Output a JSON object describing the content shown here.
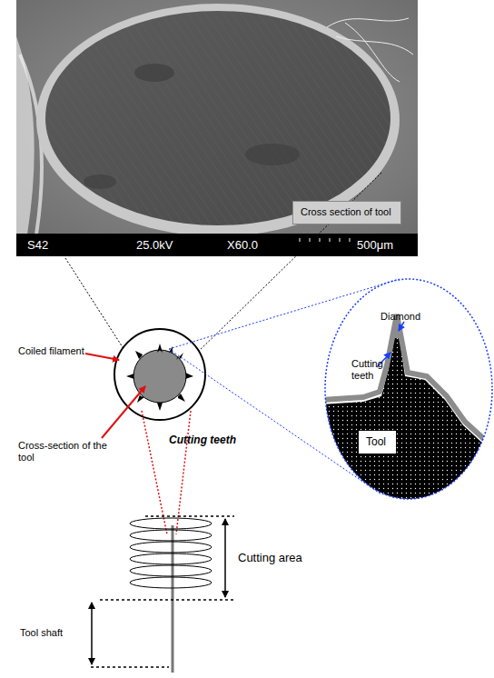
{
  "diagram": {
    "nodes": [
      {
        "text": [
          "Cross section of tool"
        ]
      },
      {
        "text": [
          "Diamond",
          "Cutting teeth"
        ]
      },
      {
        "text": [
          "Tool"
        ],
        "in": 1
      }
    ],
    "labels": [
      "S42",
      "25.0kV",
      "X60.0",
      "500μm",
      "Coiled filament",
      "Cross-section of the tool",
      "Cutting teeth",
      "Cutting area",
      "Tool shaft"
    ]
  }
}
